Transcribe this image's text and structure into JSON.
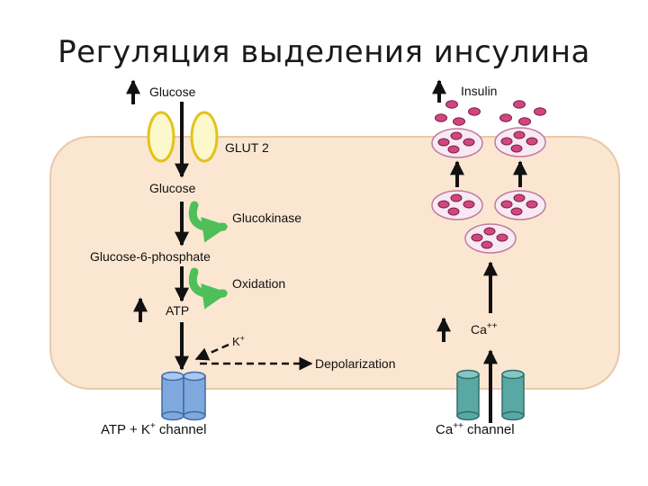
{
  "slide": {
    "title": "Регуляция выделения инсулина"
  },
  "labels": {
    "glucose_outside": "Glucose",
    "glut2": "GLUT 2",
    "glucose_inside": "Glucose",
    "glucokinase": "Glucokinase",
    "g6p": "Glucose-6-phosphate",
    "oxidation": "Oxidation",
    "atp": "ATP",
    "k": "K",
    "k_sup": "+",
    "depolarization": "Depolarization",
    "insulin": "Insulin",
    "ca": "Ca",
    "ca_sup": "++",
    "katp_channel_main": "ATP + K",
    "katp_channel_sup": "+",
    "katp_channel_tail": " channel",
    "ca_channel_main": "Ca",
    "ca_channel_sup": "++",
    "ca_channel_tail": " channel"
  },
  "colors": {
    "cell_fill": "#fbe6d2",
    "cell_stroke": "#e9c9a8",
    "glut_fill": "#fdf8cc",
    "glut_stroke": "#e3c21a",
    "curved_arrow": "#4fbf5a",
    "vesicle_fill": "#f7eaf2",
    "vesicle_stroke": "#c27aa0",
    "granule": "#d0467f",
    "katp_channel": "#7fa8dc",
    "ca_channel": "#5aa8a3"
  }
}
